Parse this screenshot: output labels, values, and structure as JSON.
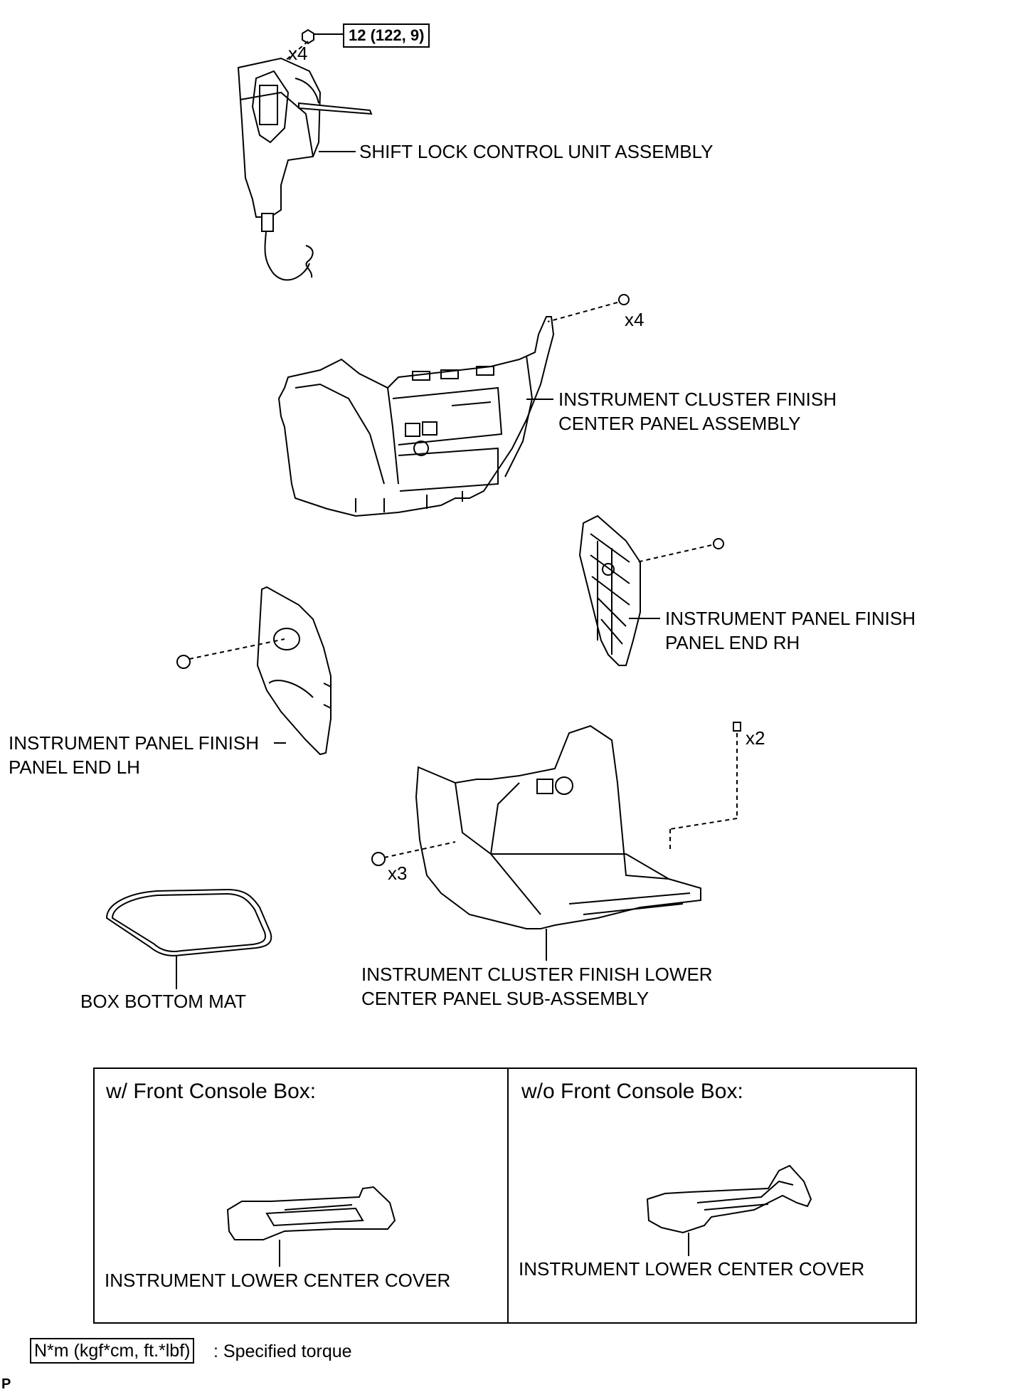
{
  "torque_spec": {
    "value": "12 (122, 9)"
  },
  "quantities": {
    "x4_top": "x4",
    "x4_panel": "x4",
    "x2": "x2",
    "x3": "x3"
  },
  "labels": {
    "shift_lock": "SHIFT LOCK CONTROL UNIT ASSEMBLY",
    "cluster_center_1": "INSTRUMENT CLUSTER FINISH",
    "cluster_center_2": "CENTER PANEL ASSEMBLY",
    "panel_end_rh_1": "INSTRUMENT PANEL FINISH",
    "panel_end_rh_2": "PANEL END RH",
    "panel_end_lh_1": "INSTRUMENT PANEL FINISH",
    "panel_end_lh_2": "PANEL END LH",
    "box_bottom_mat": "BOX BOTTOM MAT",
    "lower_center_1": "INSTRUMENT CLUSTER FINISH LOWER",
    "lower_center_2": "CENTER PANEL SUB-ASSEMBLY"
  },
  "variants": [
    {
      "title": "w/ Front Console Box:",
      "part": "INSTRUMENT LOWER CENTER COVER"
    },
    {
      "title": "w/o Front Console Box:",
      "part": "INSTRUMENT LOWER CENTER COVER"
    }
  ],
  "legend": {
    "box": "N*m (kgf*cm, ft.*lbf)",
    "text": ": Specified torque"
  },
  "corner_mark": "P"
}
